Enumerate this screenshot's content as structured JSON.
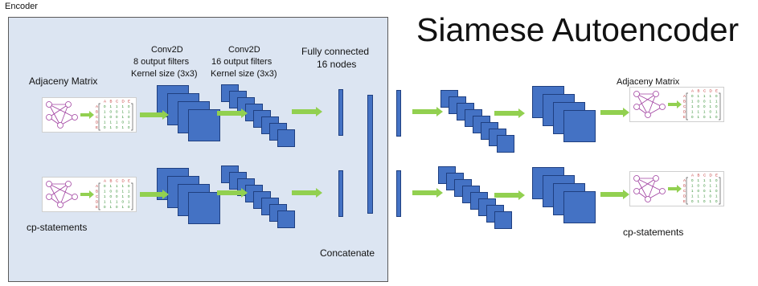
{
  "encoder_label": "Encoder",
  "title": "Siamese Autoencoder",
  "conv1": {
    "title": "Conv2D",
    "filters": "8 output filters",
    "kernel": "Kernel size (3x3)"
  },
  "conv2": {
    "title": "Conv2D",
    "filters": "16 output filters",
    "kernel": "Kernel size (3x3)"
  },
  "fc": {
    "title": "Fully connected",
    "nodes": "16 nodes"
  },
  "input_top_label": "Adjaceny Matrix",
  "input_bottom_label": "cp-statements",
  "concatenate_label": "Concatenate",
  "output_top_label": "Adjaceny Matrix",
  "output_bottom_label": "cp-statements",
  "matrix": {
    "headers": [
      "A",
      "B",
      "C",
      "D",
      "E"
    ],
    "rows": [
      [
        "0",
        "1",
        "1",
        "1",
        "0"
      ],
      [
        "1",
        "0",
        "0",
        "1",
        "1"
      ],
      [
        "1",
        "0",
        "0",
        "1",
        "0"
      ],
      [
        "1",
        "1",
        "1",
        "0",
        "1"
      ],
      [
        "0",
        "1",
        "0",
        "1",
        "0"
      ]
    ]
  },
  "colors": {
    "arrow": "#92d050",
    "block": "#4472c4",
    "panel": "#dce5f2"
  }
}
